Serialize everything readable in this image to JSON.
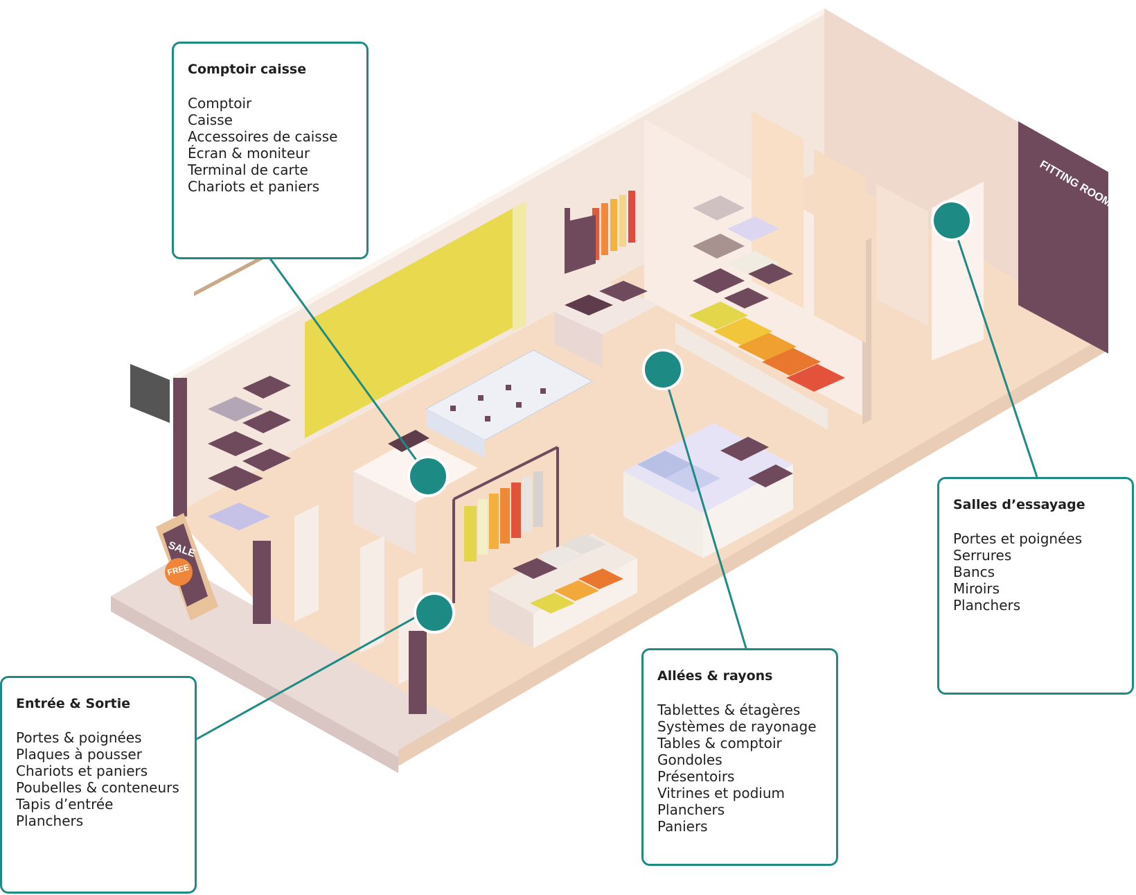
{
  "signs": {
    "sale": "SALE",
    "free": "FREE",
    "fitting_room": "FITTING ROOM"
  },
  "callouts": [
    {
      "title": "Comptoir caisse",
      "items": [
        "Comptoir",
        "Caisse",
        "Accessoires de caisse",
        "Écran & moniteur",
        "Terminal de carte",
        "Chariots et paniers"
      ]
    },
    {
      "title": "Entrée & Sortie",
      "items": [
        "Portes & poignées",
        "Plaques à pousser",
        "Chariots et paniers",
        "Poubelles & conteneurs",
        "Tapis d’entrée",
        "Planchers"
      ]
    },
    {
      "title": "Allées & rayons",
      "items": [
        "Tablettes & étagères",
        "Systèmes de rayonage",
        "Tables & comptoir",
        "Gondoles",
        "Présentoirs",
        "Vitrines et podium",
        "Planchers",
        "Paniers"
      ]
    },
    {
      "title": "Salles d’essayage",
      "items": [
        "Portes et poignées",
        "Serrures",
        "Bancs",
        "Miroirs",
        "Planchers"
      ]
    }
  ],
  "colors": {
    "accent": "#1e8a84",
    "floor": "#f6dcc4",
    "wall": "#f4e6dd",
    "plum": "#6e4a5c",
    "yellow": "#e8d94e"
  }
}
